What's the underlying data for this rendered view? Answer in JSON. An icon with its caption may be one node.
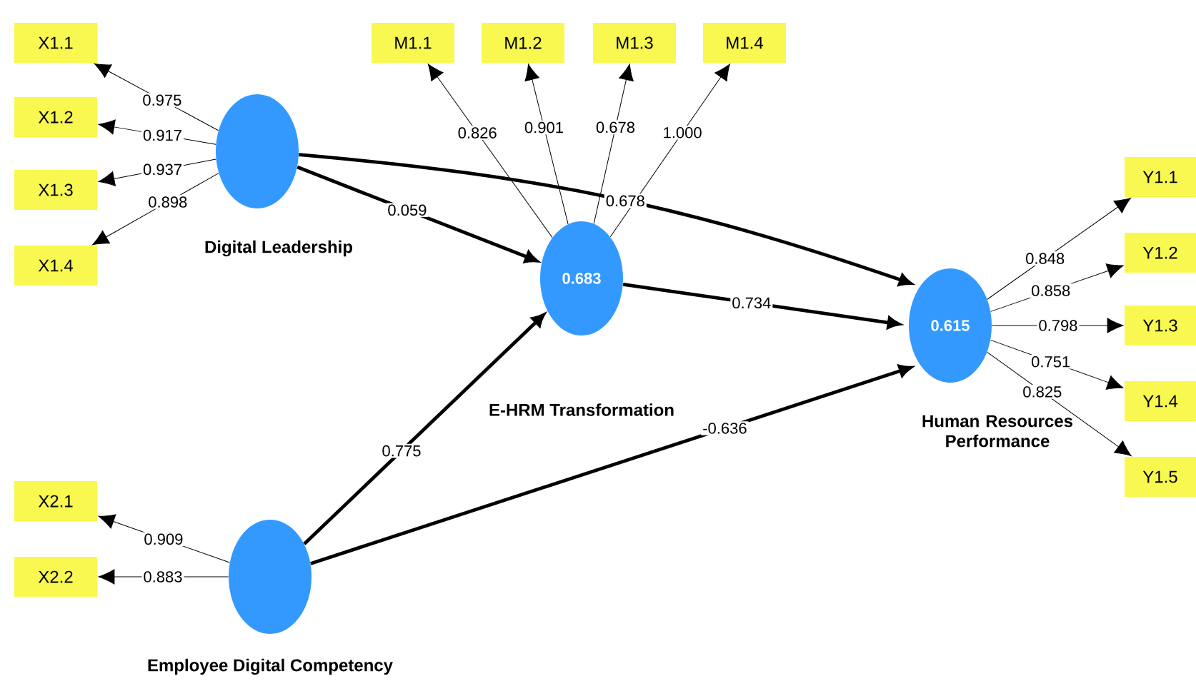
{
  "diagram": {
    "nodes": [
      {
        "text": [
          "Digital Leadership"
        ]
      },
      {
        "text": [
          "X1.1"
        ]
      },
      {
        "text": [
          "X1.2"
        ]
      },
      {
        "text": [
          "X1.3"
        ]
      },
      {
        "text": [
          "X1.4"
        ]
      },
      {
        "text": [
          "0.683",
          "E-HRM Transformation"
        ]
      },
      {
        "text": [
          "M1.1"
        ]
      },
      {
        "text": [
          "M1.2"
        ]
      },
      {
        "text": [
          "M1.3"
        ]
      },
      {
        "text": [
          "M1.4"
        ]
      },
      {
        "text": [
          "0.615",
          "Human Resources Performance"
        ]
      },
      {
        "text": [
          "Y1.1"
        ]
      },
      {
        "text": [
          "Y1.2"
        ]
      },
      {
        "text": [
          "Y1.3"
        ]
      },
      {
        "text": [
          "Y1.4"
        ]
      },
      {
        "text": [
          "Y1.5"
        ]
      },
      {
        "text": [
          "Employee Digital Competency"
        ]
      },
      {
        "text": [
          "X2.1"
        ]
      },
      {
        "text": [
          "X2.2"
        ]
      }
    ],
    "edges": [
      {
        "from": 0,
        "to": 1,
        "arrow": "to",
        "label": "0.975"
      },
      {
        "from": 0,
        "to": 2,
        "arrow": "to",
        "label": "0.917"
      },
      {
        "from": 0,
        "to": 3,
        "arrow": "to",
        "label": "0.937"
      },
      {
        "from": 0,
        "to": 4,
        "arrow": "to",
        "label": "0.898"
      },
      {
        "from": 0,
        "to": 5,
        "arrow": "to",
        "label": "0.059",
        "style": "thick"
      },
      {
        "from": 0,
        "to": 10,
        "arrow": "to",
        "label": "0.678",
        "style": "thick"
      },
      {
        "from": 5,
        "to": 6,
        "arrow": "to",
        "label": "0.826"
      },
      {
        "from": 5,
        "to": 7,
        "arrow": "to",
        "label": "0.901"
      },
      {
        "from": 5,
        "to": 8,
        "arrow": "to",
        "label": "0.678"
      },
      {
        "from": 5,
        "to": 9,
        "arrow": "to",
        "label": "1.000"
      },
      {
        "from": 5,
        "to": 10,
        "arrow": "to",
        "label": "0.734",
        "style": "thick"
      },
      {
        "from": 10,
        "to": 11,
        "arrow": "to",
        "label": "0.848"
      },
      {
        "from": 10,
        "to": 12,
        "arrow": "to",
        "label": "0.858"
      },
      {
        "from": 10,
        "to": 13,
        "arrow": "to",
        "label": "0.798"
      },
      {
        "from": 10,
        "to": 14,
        "arrow": "to",
        "label": "0.751"
      },
      {
        "from": 10,
        "to": 15,
        "arrow": "to",
        "label": "0.825"
      },
      {
        "from": 16,
        "to": 17,
        "arrow": "to",
        "label": "0.909"
      },
      {
        "from": 16,
        "to": 18,
        "arrow": "to",
        "label": "0.883"
      },
      {
        "from": 16,
        "to": 5,
        "arrow": "to",
        "label": "0.775",
        "style": "thick"
      },
      {
        "from": 16,
        "to": 10,
        "arrow": "to",
        "label": "-0.636",
        "style": "thick"
      }
    ]
  }
}
